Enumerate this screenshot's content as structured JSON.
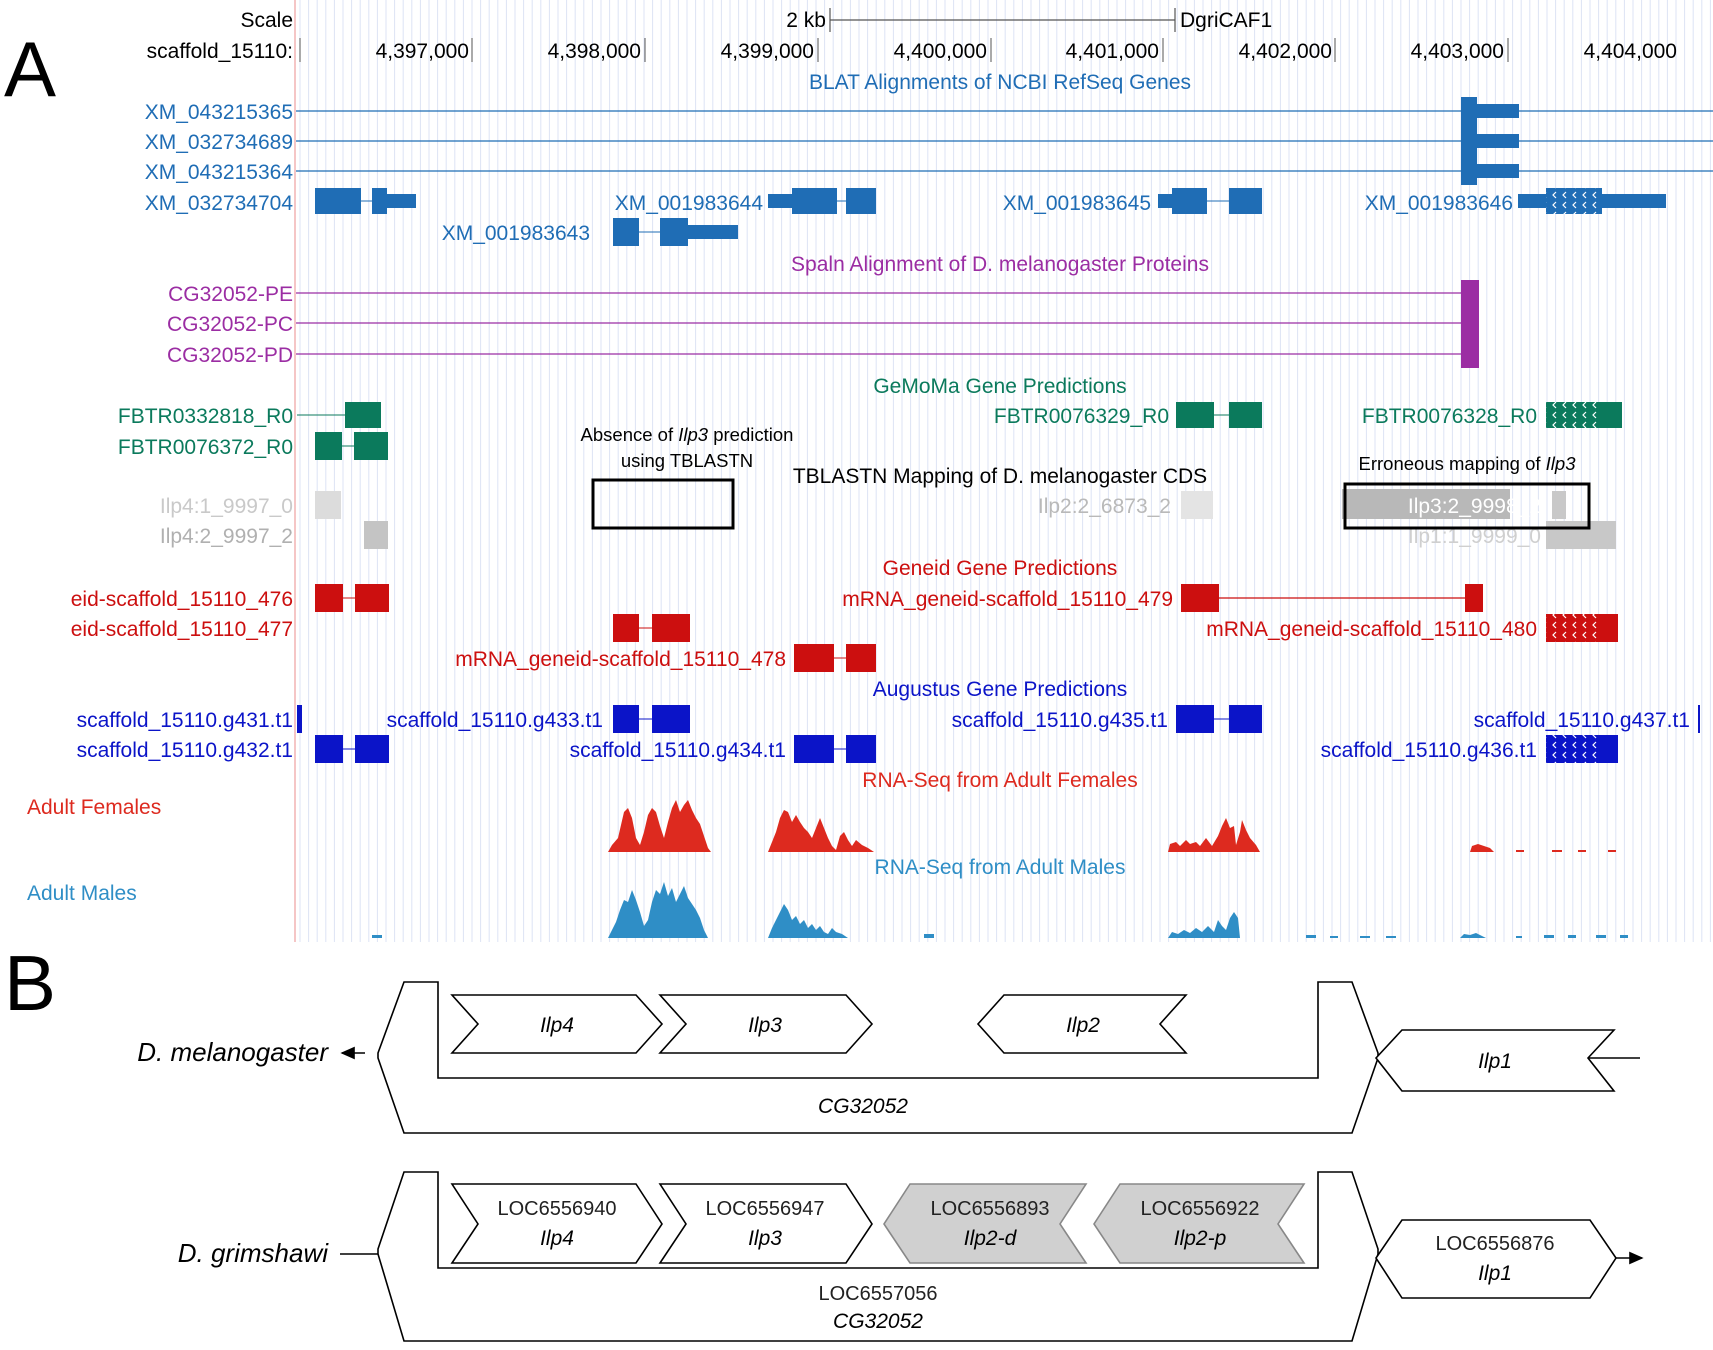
{
  "panels": {
    "a": "A",
    "b": "B"
  },
  "colors": {
    "refseq": "#1f6db5",
    "spaln": "#9b2da3",
    "gemoma": "#0b7a5c",
    "tblastn_light": "#d2d2d2",
    "tblastn_mid": "#b4b4b4",
    "geneid": "#cc0f0f",
    "augustus": "#0b14c8",
    "rna_female": "#dd2a1f",
    "rna_male": "#2f8ec6",
    "grid": "#dde3f4",
    "gray_box": "#d0d0d0"
  },
  "browser": {
    "scale_label": "Scale",
    "scale_bar_label": "2 kb",
    "assembly": "DgriCAF1",
    "position_label": "scaffold_15110:",
    "ticks": [
      "4,397,000",
      "4,398,000",
      "4,399,000",
      "4,400,000",
      "4,401,000",
      "4,402,000",
      "4,403,000",
      "4,404,000"
    ],
    "tracks": {
      "refseq": "BLAT Alignments of NCBI RefSeq Genes",
      "spaln": "Spaln Alignment of D. melanogaster Proteins",
      "gemoma": "GeMoMa Gene Predictions",
      "tblastn": "TBLASTN Mapping of D. melanogaster CDS",
      "geneid": "Geneid Gene Predictions",
      "augustus": "Augustus Gene Predictions",
      "rna_f": "RNA-Seq from Adult Females",
      "rna_m": "RNA-Seq from Adult Males"
    },
    "refseq_items": [
      "XM_043215365",
      "XM_032734689",
      "XM_043215364",
      "XM_032734704",
      "XM_001983644",
      "XM_001983645",
      "XM_001983646",
      "XM_001983643"
    ],
    "spaln_items": [
      "CG32052-PE",
      "CG32052-PC",
      "CG32052-PD"
    ],
    "gemoma_items": [
      "FBTR0332818_R0",
      "FBTR0076372_R0",
      "FBTR0076329_R0",
      "FBTR0076328_R0"
    ],
    "tblastn_items": [
      "Ilp4:1_9997_0",
      "Ilp4:2_9997_2",
      "Ilp2:2_6873_2",
      "Ilp3:2_9998_2",
      "Ilp1:1_9999_0"
    ],
    "geneid_items": [
      "eid-scaffold_15110_476",
      "eid-scaffold_15110_477",
      "mRNA_geneid-scaffold_15110_479",
      "mRNA_geneid-scaffold_15110_480",
      "mRNA_geneid-scaffold_15110_478"
    ],
    "augustus_items": [
      "scaffold_15110.g431.t1",
      "scaffold_15110.g433.t1",
      "scaffold_15110.g435.t1",
      "scaffold_15110.g437.t1",
      "scaffold_15110.g432.t1",
      "scaffold_15110.g434.t1",
      "scaffold_15110.g436.t1"
    ],
    "rna_labels": [
      "Adult Females",
      "Adult Males"
    ],
    "annotations": {
      "absence_line1_pre": "Absence of ",
      "absence_line1_gene": "Ilp3",
      "absence_line1_post": " prediction",
      "absence_line2": "using TBLASTN",
      "erroneous_pre": "Erroneous mapping of ",
      "erroneous_gene": "Ilp3"
    }
  },
  "synteny": {
    "melanogaster": {
      "species": "D. melanogaster",
      "host_gene": "CG32052",
      "genes": [
        "Ilp4",
        "Ilp3",
        "Ilp2",
        "Ilp1"
      ]
    },
    "grimshawi": {
      "species": "D. grimshawi",
      "host_loc": "LOC6557056",
      "host_gene": "CG32052",
      "genes": [
        {
          "loc": "LOC6556940",
          "name": "Ilp4"
        },
        {
          "loc": "LOC6556947",
          "name": "Ilp3"
        },
        {
          "loc": "LOC6556893",
          "name": "Ilp2-d"
        },
        {
          "loc": "LOC6556922",
          "name": "Ilp2-p"
        },
        {
          "loc": "LOC6556876",
          "name": "Ilp1"
        }
      ]
    }
  }
}
